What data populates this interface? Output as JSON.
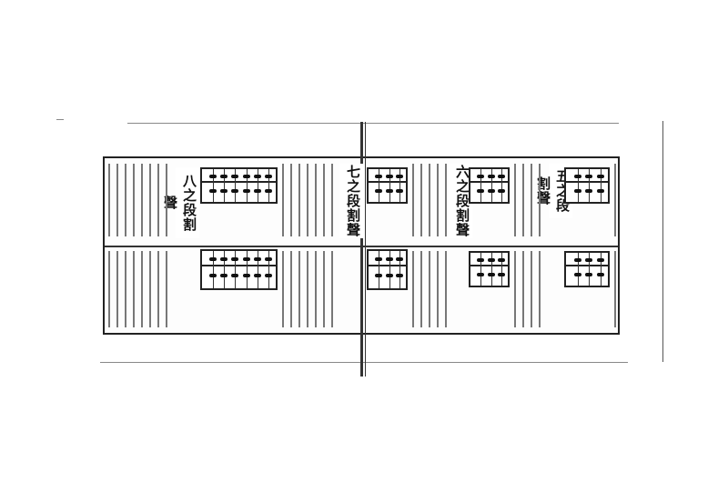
{
  "document": {
    "kind": "woodblock-printed abacus manual, open double-page spread",
    "sections": [
      {
        "title": "八之段割聲",
        "position": "rightmost-of-left-page"
      },
      {
        "title": "七之段割聲",
        "position": "center-left"
      },
      {
        "title": "六之段割聲",
        "position": "center-right"
      },
      {
        "title": "五之段割聲",
        "position": "right-page"
      }
    ]
  },
  "palette": {
    "ink": "#111111",
    "paper": "#fdfdfd",
    "background": "#ffffff"
  }
}
